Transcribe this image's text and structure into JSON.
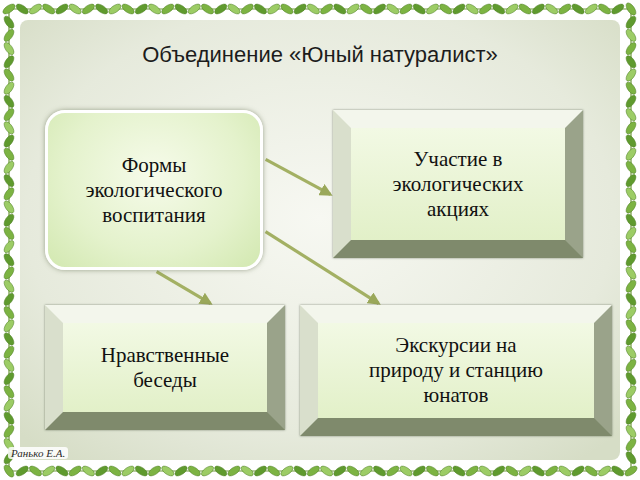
{
  "diagram": {
    "title": "Объединение «Юный натуралист»",
    "nodes": [
      {
        "text": [
          "Формы экологического воспитания"
        ]
      },
      {
        "text": [
          "Участие в экологических акциях"
        ]
      },
      {
        "text": [
          "Нравственные беседы"
        ]
      },
      {
        "text": [
          "Экскурсии на природу и станцию юнатов"
        ]
      }
    ],
    "edges": [
      {
        "from": 0,
        "to": 1,
        "arrow": "to"
      },
      {
        "from": 0,
        "to": 2,
        "arrow": "to"
      },
      {
        "from": 0,
        "to": 3,
        "arrow": "to"
      }
    ],
    "labels": [
      "Ранько Е.А."
    ]
  }
}
